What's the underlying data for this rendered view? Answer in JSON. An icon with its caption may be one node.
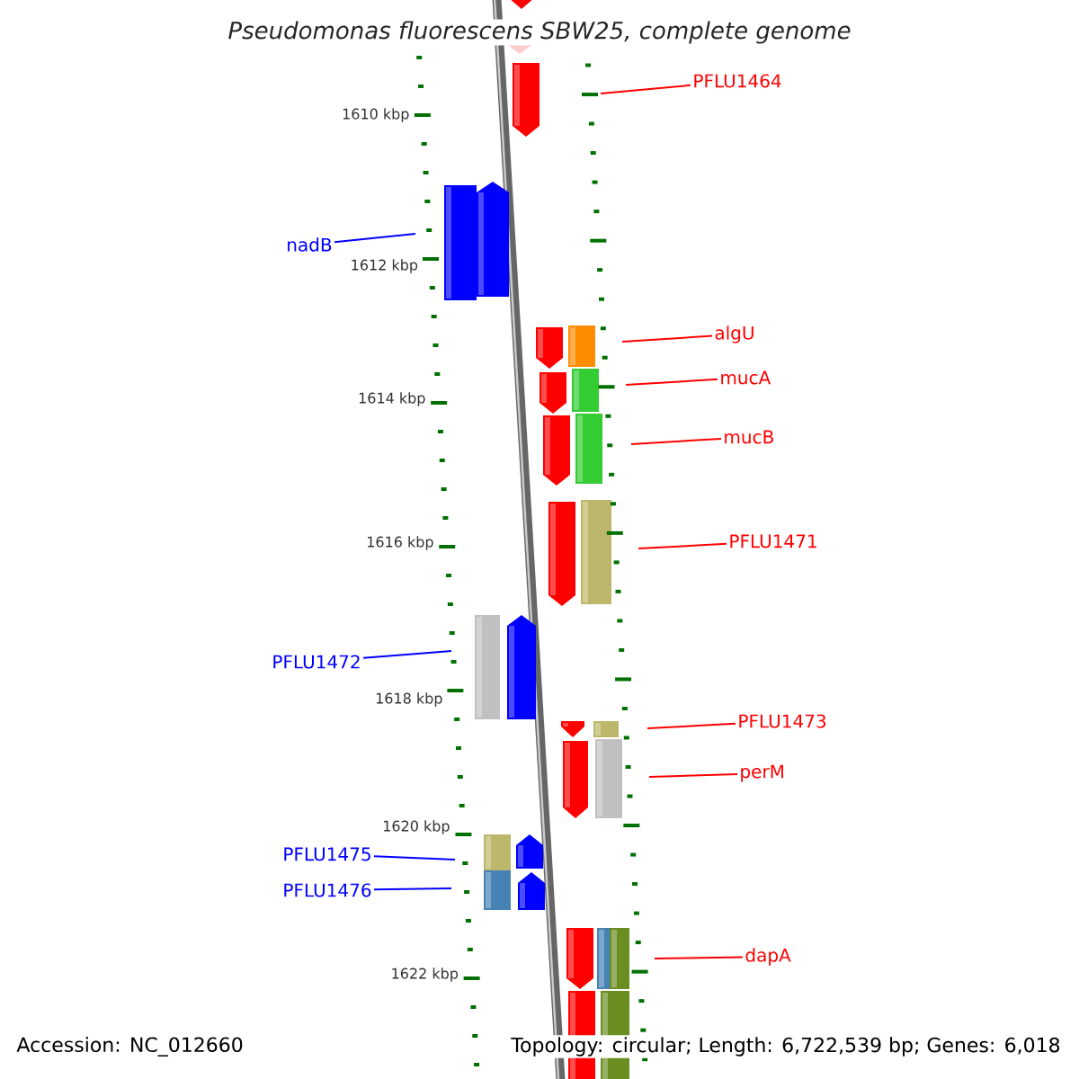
{
  "diagram": {
    "title": "Pseudomonas fluorescens SBW25, complete genome",
    "nodes": [
      {
        "text": [
          "PFLU1464"
        ]
      },
      {
        "text": [
          "nadB"
        ]
      },
      {
        "text": [
          "algU"
        ]
      },
      {
        "text": [
          "mucA"
        ]
      },
      {
        "text": [
          "mucB"
        ]
      },
      {
        "text": [
          "PFLU1471"
        ]
      },
      {
        "text": [
          "PFLU1472"
        ]
      },
      {
        "text": [
          "PFLU1473"
        ]
      },
      {
        "text": [
          "perM"
        ]
      },
      {
        "text": [
          "PFLU1475"
        ]
      },
      {
        "text": [
          "PFLU1476"
        ]
      },
      {
        "text": [
          "dapA"
        ]
      }
    ],
    "edges": [
      {
        "from": 0,
        "to": null,
        "arrow": "none"
      },
      {
        "from": 1,
        "to": null,
        "arrow": "none",
        "color": "#0000ff"
      },
      {
        "from": 2,
        "to": null,
        "arrow": "none"
      },
      {
        "from": 3,
        "to": null,
        "arrow": "none"
      },
      {
        "from": 4,
        "to": null,
        "arrow": "none"
      },
      {
        "from": 5,
        "to": null,
        "arrow": "none"
      },
      {
        "from": 6,
        "to": null,
        "arrow": "none",
        "color": "#0000ff"
      },
      {
        "from": 7,
        "to": null,
        "arrow": "none"
      },
      {
        "from": 8,
        "to": null,
        "arrow": "none"
      },
      {
        "from": 9,
        "to": null,
        "arrow": "none",
        "color": "#0000ff"
      },
      {
        "from": 10,
        "to": null,
        "arrow": "none",
        "color": "#0000ff"
      },
      {
        "from": 11,
        "to": null,
        "arrow": "none"
      }
    ],
    "labels": [
      "1610 kbp",
      "1612 kbp",
      "1614 kbp",
      "1616 kbp",
      "1618 kbp",
      "1620 kbp",
      "1622 kbp",
      "Accession: NC_012660",
      "Topology: circular; Length: 6,722,539 bp; Genes: 6,018"
    ]
  }
}
